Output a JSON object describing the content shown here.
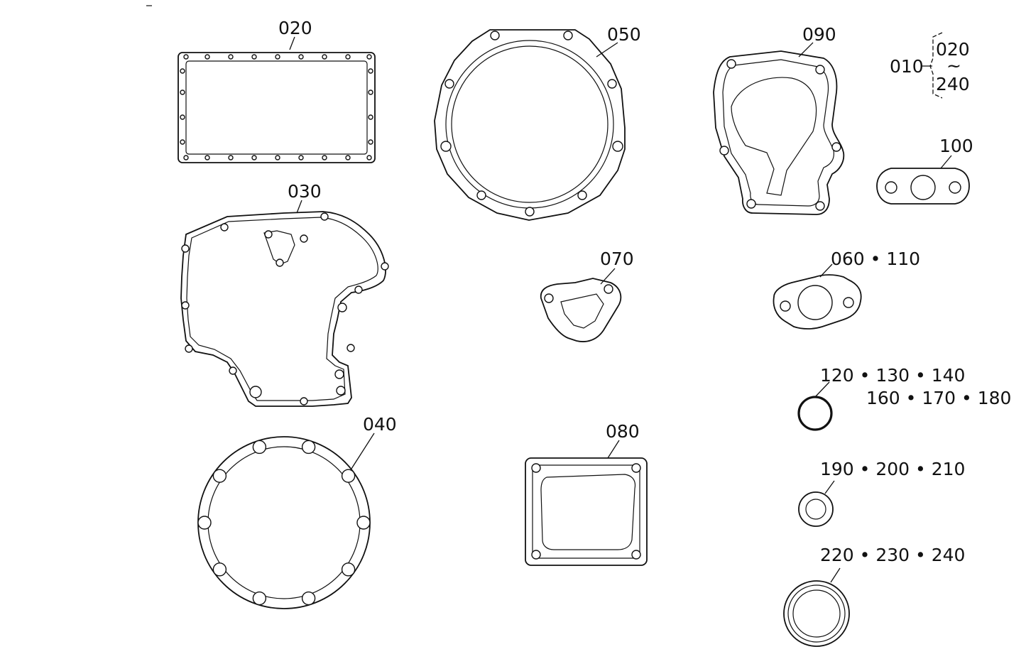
{
  "labels": {
    "p020": "020",
    "p030": "030",
    "p040": "040",
    "p050": "050",
    "p070": "070",
    "p080": "080",
    "p090": "090",
    "p100": "100",
    "p060_110": "060 • 110",
    "p120_140": "120 • 130 • 140",
    "p160_180": "160 • 170 • 180",
    "p190_210": "190 • 200 • 210",
    "p220_240": "220 • 230 • 240",
    "set_010": "010",
    "set_from": "020",
    "set_tilde": "~",
    "set_to": "240"
  },
  "colors": {
    "line": "#111111",
    "background": "#ffffff"
  }
}
